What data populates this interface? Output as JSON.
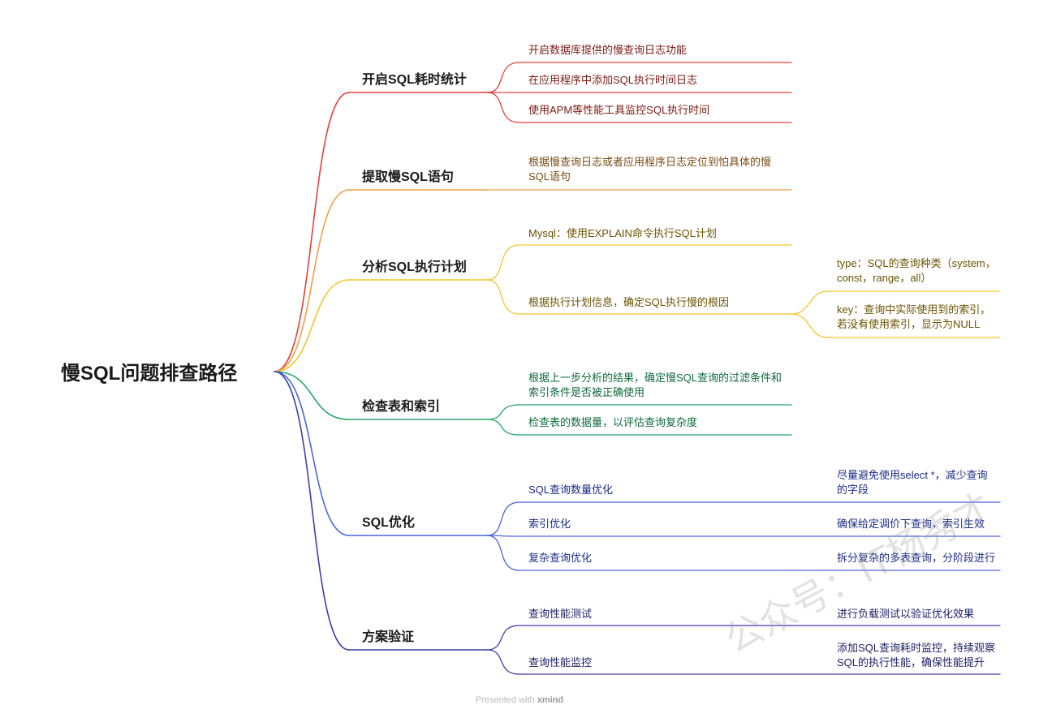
{
  "root": {
    "title": "慢SQL问题排查路径"
  },
  "colors": {
    "b1": "#e8403a",
    "b2": "#f0a043",
    "b3": "#f3c52b",
    "b4": "#21a86a",
    "b5": "#4a63e0",
    "b6": "#3c3fab",
    "text_b1": "#7a1a14",
    "text_b2": "#7a4a10",
    "text_b3": "#6a5300",
    "text_b4": "#0f6a3e",
    "text_b5": "#1c2c86",
    "text_b6": "#1f2166"
  },
  "branches": {
    "b1": {
      "title": "开启SQL耗时统计",
      "items": [
        "开启数据库提供的慢查询日志功能",
        "在应用程序中添加SQL执行时间日志",
        "使用APM等性能工具监控SQL执行时间"
      ]
    },
    "b2": {
      "title": "提取慢SQL语句",
      "items": [
        "根据慢查询日志或者应用程序日志定位到怕具体的慢SQL语句"
      ]
    },
    "b3": {
      "title": "分析SQL执行计划",
      "items": [
        "Mysql：使用EXPLAIN命令执行SQL计划",
        "根据执行计划信息，确定SQL执行慢的根因"
      ],
      "sub": [
        "type：SQL的查询种类（system，const，range，all）",
        "key：查询中实际使用到的索引，若没有使用索引，显示为NULL"
      ]
    },
    "b4": {
      "title": "检查表和索引",
      "items": [
        "根据上一步分析的结果，确定慢SQL查询的过滤条件和索引条件是否被正确使用",
        "检查表的数据量，以评估查询复杂度"
      ]
    },
    "b5": {
      "title": "SQL优化",
      "items": [
        "SQL查询数量优化",
        "索引优化",
        "复杂查询优化"
      ],
      "sub": [
        "尽量避免使用select *，减少查询的字段",
        "确保给定调价下查询，索引生效",
        "拆分复杂的多表查询，分阶段进行"
      ]
    },
    "b6": {
      "title": "方案验证",
      "items": [
        "查询性能测试",
        "查询性能监控"
      ],
      "sub": [
        "进行负载测试以验证优化效果",
        "添加SQL查询耗时监控，持续观察SQL的执行性能，确保性能提升"
      ]
    }
  },
  "watermark": "公众号：IT杨秀才",
  "footer": {
    "prefix": "Presented with",
    "brand": "xmind"
  }
}
